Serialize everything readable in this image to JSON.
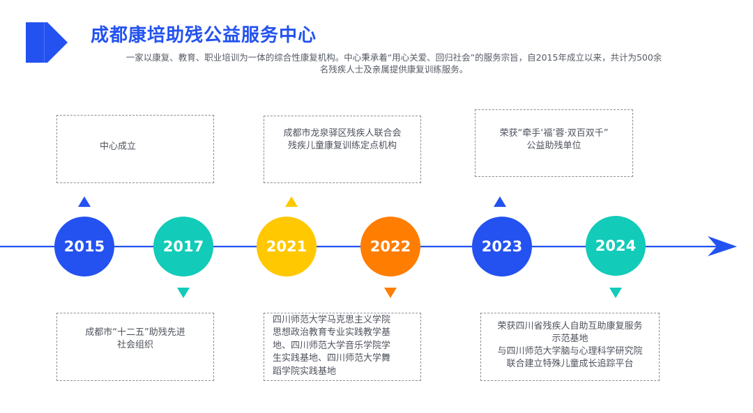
{
  "header": {
    "logo_icon": "play-arrow-block-icon",
    "title": "成都康培助残公益服务中心",
    "subtitle_lines": [
      "一家以康复、教育、职业培训为一体的综合性康复机构。中心秉承着“用心关爱、回归社会”的服务宗旨，自2015年成立以来，共计为500余",
      "名残疾人士及亲属提供康复训练服务。"
    ]
  },
  "colors": {
    "blue": "#2352f0",
    "teal": "#12cbb8",
    "yellow": "#ffc800",
    "orange": "#ff7d00",
    "line": "#2352f0",
    "box_border": "#8a8d94",
    "text_gray": "#4e525c"
  },
  "timeline": {
    "arrow_icon": "arrow-right-icon",
    "milestones": [
      {
        "year": "2015",
        "color": "#2352f0",
        "position": "top",
        "lines": [
          "中心成立"
        ]
      },
      {
        "year": "2017",
        "color": "#12cbb8",
        "position": "bottom",
        "lines": [
          "成都市“十二五”助残先进",
          "社会组织"
        ]
      },
      {
        "year": "2021",
        "color": "#ffc800",
        "position": "top",
        "lines": [
          "成都市龙泉驿区残疾人联合会",
          "残疾儿童康复训练定点机构"
        ]
      },
      {
        "year": "2022",
        "color": "#ff7d00",
        "position": "bottom",
        "lines": [
          "四川师范大学马克思主义学院",
          "思想政治教育专业实践教学基",
          "地、四川师范大学音乐学院学",
          "生实践基地、四川师范大学舞",
          "蹈学院实践基地"
        ]
      },
      {
        "year": "2023",
        "color": "#2352f0",
        "position": "top",
        "lines": [
          "荣获“牵手‘福’蓉·双百双千”",
          "公益助残单位"
        ]
      },
      {
        "year": "2024",
        "color": "#12cbb8",
        "position": "bottom",
        "lines": [
          "荣获四川省残疾人自助互助康复服务",
          "示范基地",
          "与四川师范大学脑与心理科学研究院",
          "联合建立特殊儿童成长追踪平台"
        ]
      }
    ]
  }
}
